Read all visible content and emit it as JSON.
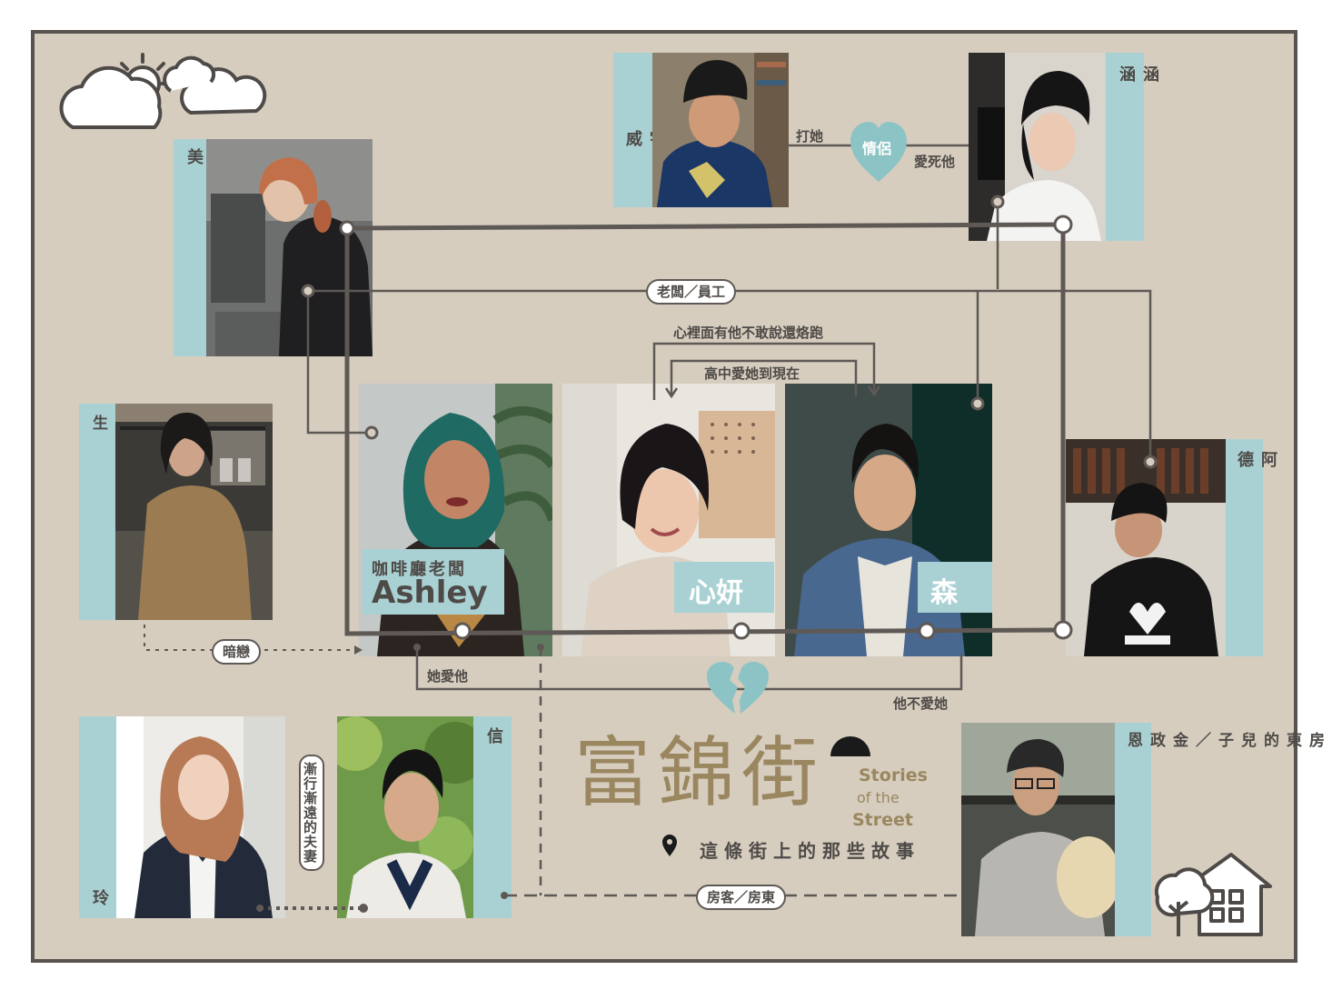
{
  "characters": {
    "xiaomei": "小美",
    "shaoyuwei": "邵宇威",
    "hanhan": "涵涵",
    "nakamura": "日本來的中村先生",
    "ade": "阿德",
    "ashley_title": "咖啡廳老闆",
    "ashley_name": "Ashley",
    "xinyan": "心妍",
    "sen": "森",
    "ling": "玲",
    "xin": "信",
    "landlord_son": "房東的兒子／金政恩"
  },
  "relations": {
    "hit_her": "打她",
    "couple": "情侶",
    "love_him_to_death": "愛死他",
    "boss_employee": "老闆／員工",
    "secret_run": "心裡面有他不敢說還烙跑",
    "love_since_hs": "高中愛她到現在",
    "crush": "暗戀",
    "she_loves_him": "她愛他",
    "he_not_love_her": "他不愛她",
    "drifting_couple": "漸行漸遠的夫妻",
    "tenant_landlord": "房客／房東"
  },
  "logo": {
    "title": "富錦街",
    "en_line1": "Stories",
    "en_line2": "of the",
    "en_line3": "Street",
    "tagline": "這條街上的那些故事"
  },
  "colors": {
    "board": "#d6cdbf",
    "frame": "#59534f",
    "teal": "#a9d1d3",
    "heart": "#8cc3c4",
    "logo_gold": "#9a8760"
  }
}
